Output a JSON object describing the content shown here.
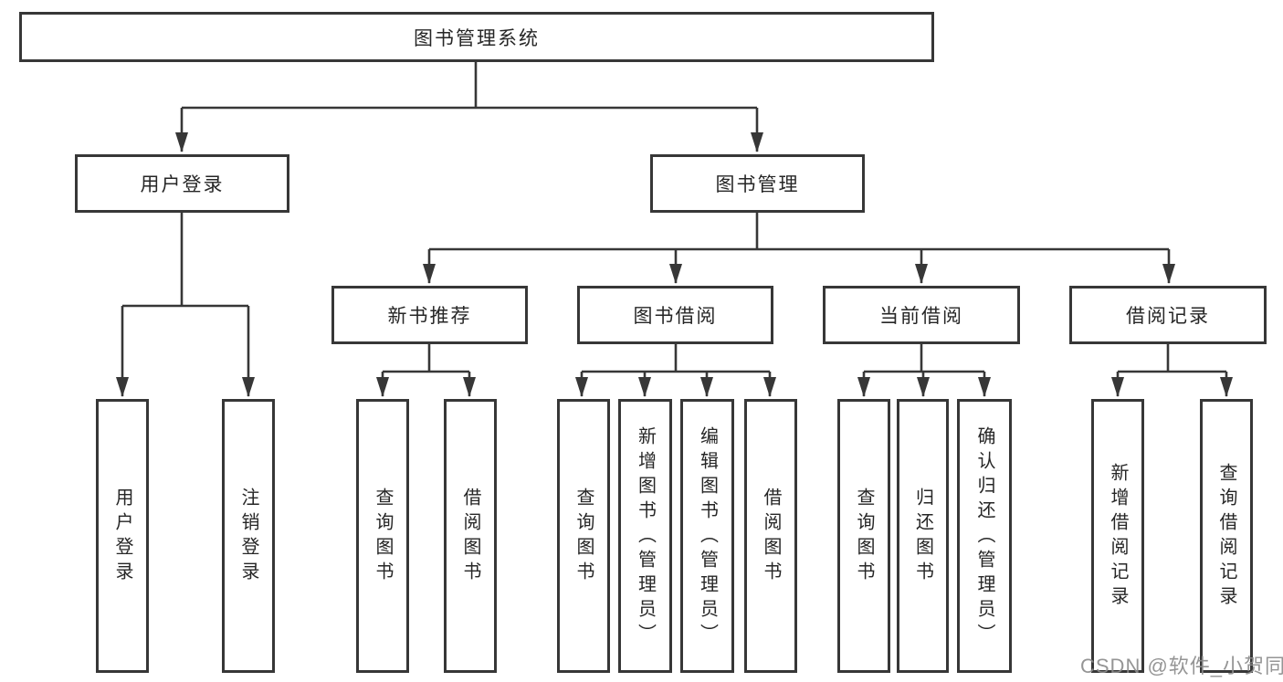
{
  "diagram": {
    "root": {
      "label": "图书管理系统",
      "children": [
        {
          "id": "user-login",
          "label": "用户登录",
          "children": [
            {
              "label": "用户登录"
            },
            {
              "label": "注销登录"
            }
          ]
        },
        {
          "id": "book-management",
          "label": "图书管理",
          "children": [
            {
              "id": "new-book-recommend",
              "label": "新书推荐",
              "children": [
                {
                  "label": "查询图书"
                },
                {
                  "label": "借阅图书"
                }
              ]
            },
            {
              "id": "book-borrowing",
              "label": "图书借阅",
              "children": [
                {
                  "label": "查询图书"
                },
                {
                  "label": "新增图书（管理员）"
                },
                {
                  "label": "编辑图书（管理员）"
                },
                {
                  "label": "借阅图书"
                }
              ]
            },
            {
              "id": "current-borrowing",
              "label": "当前借阅",
              "children": [
                {
                  "label": "查询图书"
                },
                {
                  "label": "归还图书"
                },
                {
                  "label": "确认归还（管理员）"
                }
              ]
            },
            {
              "id": "borrowing-records",
              "label": "借阅记录",
              "children": [
                {
                  "label": "新增借阅记录"
                },
                {
                  "label": "查询借阅记录"
                }
              ]
            }
          ]
        }
      ]
    },
    "watermark": "CSDN @软件_小贺同学",
    "colors": {
      "line": "#373737",
      "box_border": "#373737",
      "text": "#262626",
      "watermark": "#8c8c8c",
      "background": "#ffffff"
    }
  }
}
